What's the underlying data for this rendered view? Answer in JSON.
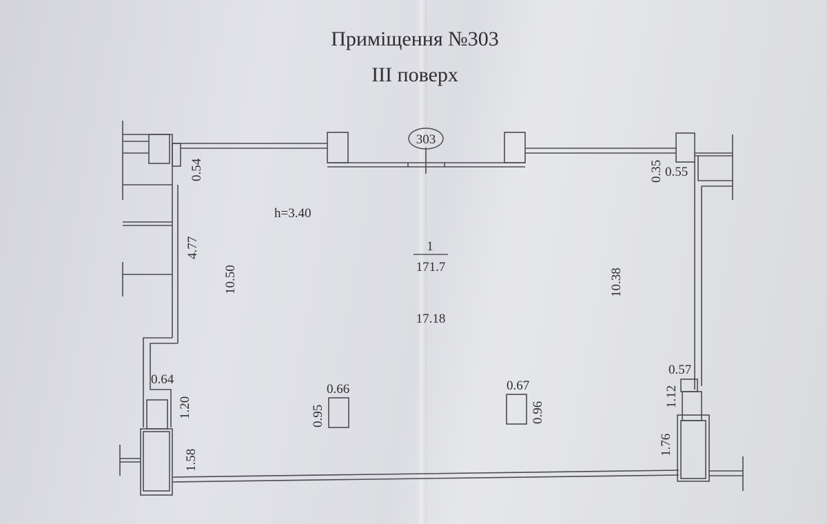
{
  "title": "Приміщення №303",
  "floor": "III поверх",
  "room_number": "303",
  "ceiling_height": "h=3.40",
  "room": {
    "index": "1",
    "area": "171.7"
  },
  "dimensions": {
    "length_main": "17.18",
    "left_height": "10.50",
    "right_height": "10.38",
    "left_wall_segment": "4.77",
    "top_left_pier": "0.54",
    "top_right_a": "0.35",
    "top_right_b": "0.55",
    "left_niche_width": "0.64",
    "left_niche_depth": "1.20",
    "left_column": "1.58",
    "column1_width": "0.66",
    "column1_depth": "0.95",
    "column2_width": "0.67",
    "column2_depth": "0.96",
    "right_niche_width": "0.57",
    "right_niche_depth": "1.12",
    "right_column": "1.76"
  }
}
